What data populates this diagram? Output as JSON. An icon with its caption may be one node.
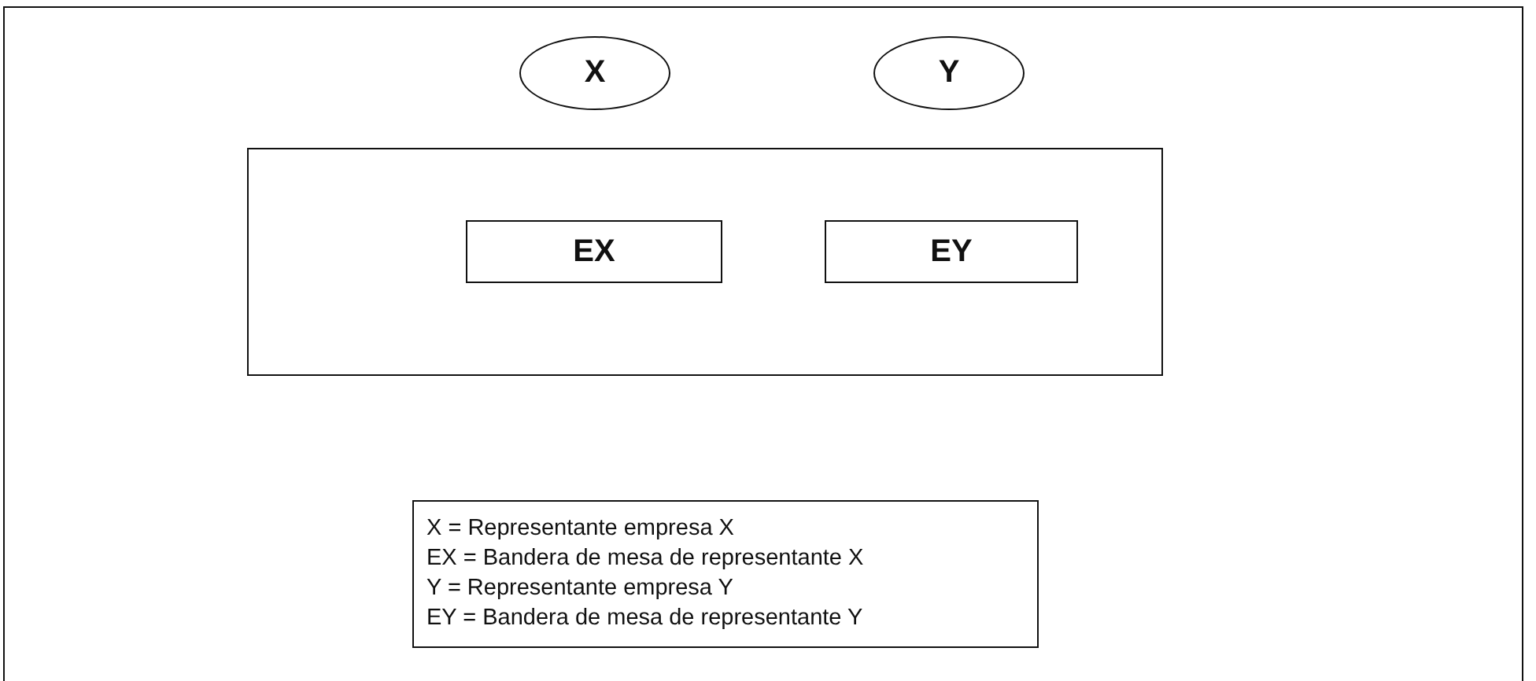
{
  "diagram": {
    "nodes": [
      {
        "text": [
          "X"
        ]
      },
      {
        "text": [
          "Y"
        ]
      },
      {
        "text": [],
        "shape": "box"
      },
      {
        "text": [
          "EX"
        ],
        "in": 2
      },
      {
        "text": [
          "EY"
        ],
        "in": 2
      },
      {
        "text": [
          "X = Representante empresa X",
          "EX = Bandera de mesa de representante X",
          "Y = Representante empresa Y",
          "EY = Bandera de mesa de representante Y"
        ]
      }
    ]
  }
}
